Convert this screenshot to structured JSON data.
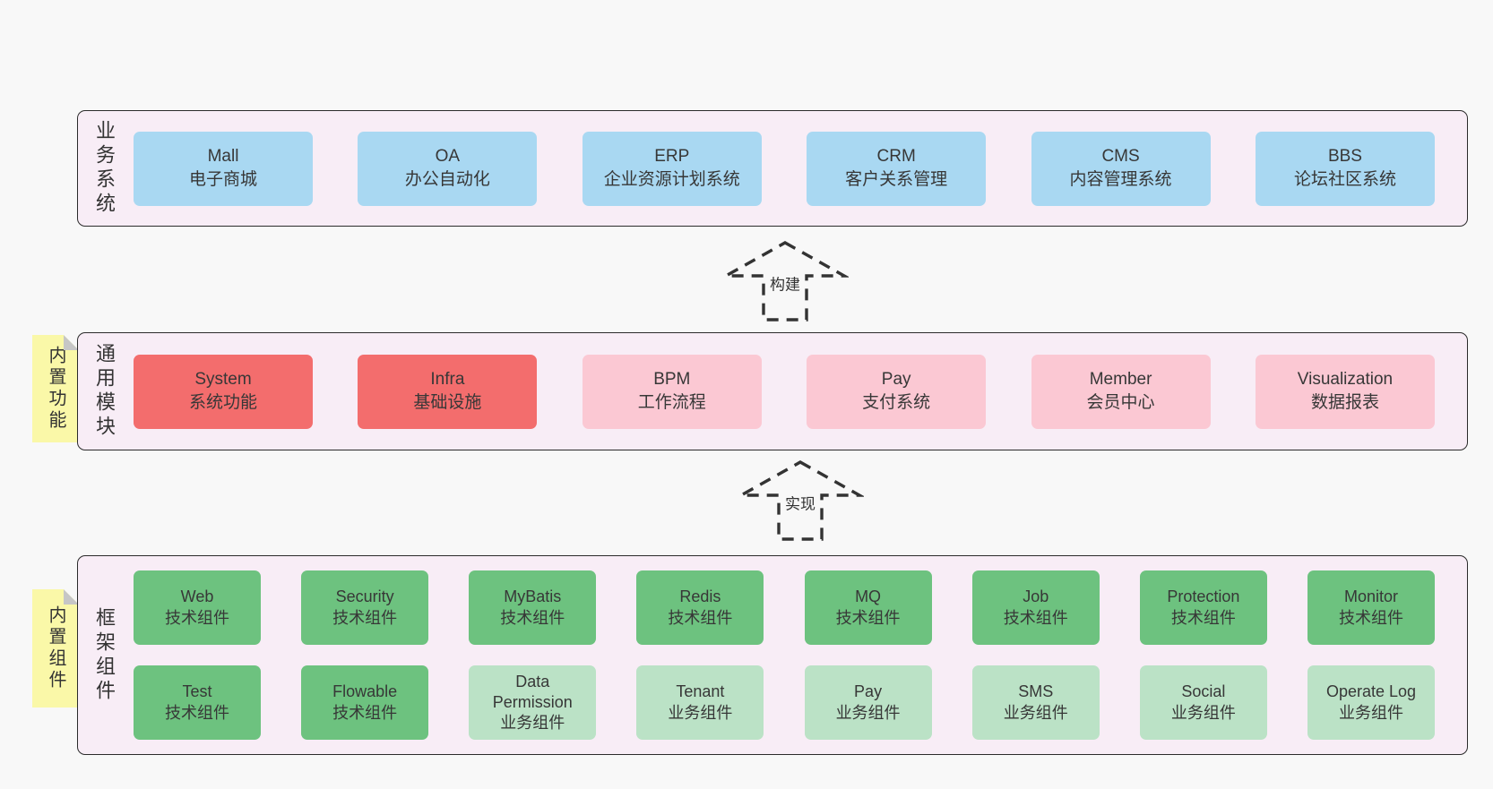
{
  "colors": {
    "page_bg": "#f8f8f8",
    "panel_bg": "#f8edf6",
    "panel_border": "#2b2b2b",
    "blue_box": "#a9d8f2",
    "red_box": "#f36d6d",
    "pink_box": "#fbc8d3",
    "green_box": "#6dc27f",
    "light_green_box": "#bbe2c6",
    "sticky_note": "#faf8a8",
    "note_fold": "#c6c6c6",
    "text": "#373737"
  },
  "sections": {
    "business": {
      "label": "业务系统",
      "boxes": [
        {
          "name": "Mall",
          "desc": "电子商城"
        },
        {
          "name": "OA",
          "desc": "办公自动化"
        },
        {
          "name": "ERP",
          "desc": "企业资源计划系统"
        },
        {
          "name": "CRM",
          "desc": "客户关系管理"
        },
        {
          "name": "CMS",
          "desc": "内容管理系统"
        },
        {
          "name": "BBS",
          "desc": "论坛社区系统"
        }
      ]
    },
    "modules": {
      "label": "通用模块",
      "note": "内置功能",
      "boxes": [
        {
          "name": "System",
          "desc": "系统功能"
        },
        {
          "name": "Infra",
          "desc": "基础设施"
        },
        {
          "name": "BPM",
          "desc": "工作流程"
        },
        {
          "name": "Pay",
          "desc": "支付系统"
        },
        {
          "name": "Member",
          "desc": "会员中心"
        },
        {
          "name": "Visualization",
          "desc": "数据报表"
        }
      ]
    },
    "framework": {
      "label": "框架组件",
      "note": "内置组件",
      "row1": [
        {
          "name": "Web",
          "desc": "技术组件"
        },
        {
          "name": "Security",
          "desc": "技术组件"
        },
        {
          "name": "MyBatis",
          "desc": "技术组件"
        },
        {
          "name": "Redis",
          "desc": "技术组件"
        },
        {
          "name": "MQ",
          "desc": "技术组件"
        },
        {
          "name": "Job",
          "desc": "技术组件"
        },
        {
          "name": "Protection",
          "desc": "技术组件"
        },
        {
          "name": "Monitor",
          "desc": "技术组件"
        }
      ],
      "row2": [
        {
          "name": "Test",
          "desc": "技术组件"
        },
        {
          "name": "Flowable",
          "desc": "技术组件"
        },
        {
          "name": "Data Permission",
          "desc": "业务组件"
        },
        {
          "name": "Tenant",
          "desc": "业务组件"
        },
        {
          "name": "Pay",
          "desc": "业务组件"
        },
        {
          "name": "SMS",
          "desc": "业务组件"
        },
        {
          "name": "Social",
          "desc": "业务组件"
        },
        {
          "name": "Operate Log",
          "desc": "业务组件"
        }
      ]
    }
  },
  "arrows": {
    "build": "构建",
    "implement": "实现"
  }
}
